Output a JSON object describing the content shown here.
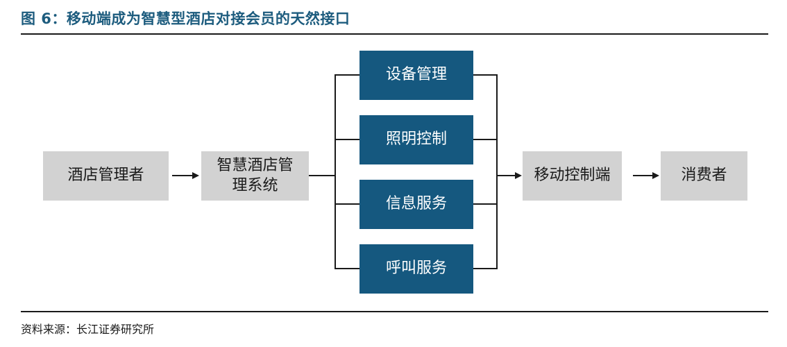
{
  "figure": {
    "title": "图 6：移动端成为智慧型酒店对接会员的天然接口",
    "source": "资料来源：长江证券研究所"
  },
  "diagram": {
    "nodes": {
      "hotel_manager": "酒店管理者",
      "smart_hotel_system": "智慧酒店管\n理系统",
      "mobile_terminal": "移动控制端",
      "consumer": "消费者"
    },
    "services": [
      "设备管理",
      "照明控制",
      "信息服务",
      "呼叫服务"
    ],
    "colors": {
      "title_blue": "#1d5c7e",
      "gray_box": "#d2d2d2",
      "blue_box": "#15587f",
      "line": "#1a1a1a"
    }
  }
}
